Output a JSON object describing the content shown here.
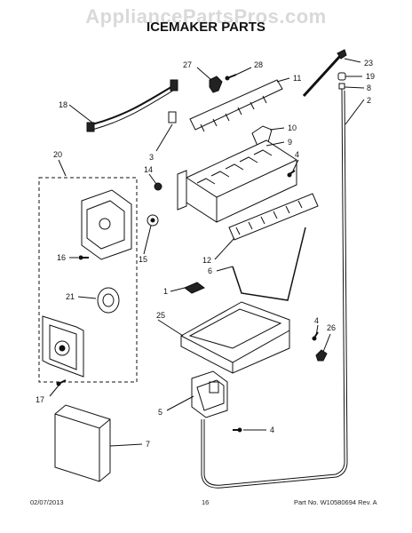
{
  "watermark": "AppliancePartsPros.com",
  "title": "ICEMAKER PARTS",
  "callouts": {
    "c27": "27",
    "c28": "28",
    "c23": "23",
    "c19": "19",
    "c8": "8",
    "c2": "2",
    "c11": "11",
    "c18": "18",
    "c10": "10",
    "c9": "9",
    "c3": "3",
    "c4a": "4",
    "c20": "20",
    "c14": "14",
    "c16": "16",
    "c15": "15",
    "c12": "12",
    "c6": "6",
    "c1": "1",
    "c21": "21",
    "c25": "25",
    "c4b": "4",
    "c26": "26",
    "c17": "17",
    "c5": "5",
    "c4c": "4",
    "c7": "7"
  },
  "footer": {
    "date": "02/07/2013",
    "page": "16",
    "part_no": "Part No. W10580694 Rev. A"
  }
}
